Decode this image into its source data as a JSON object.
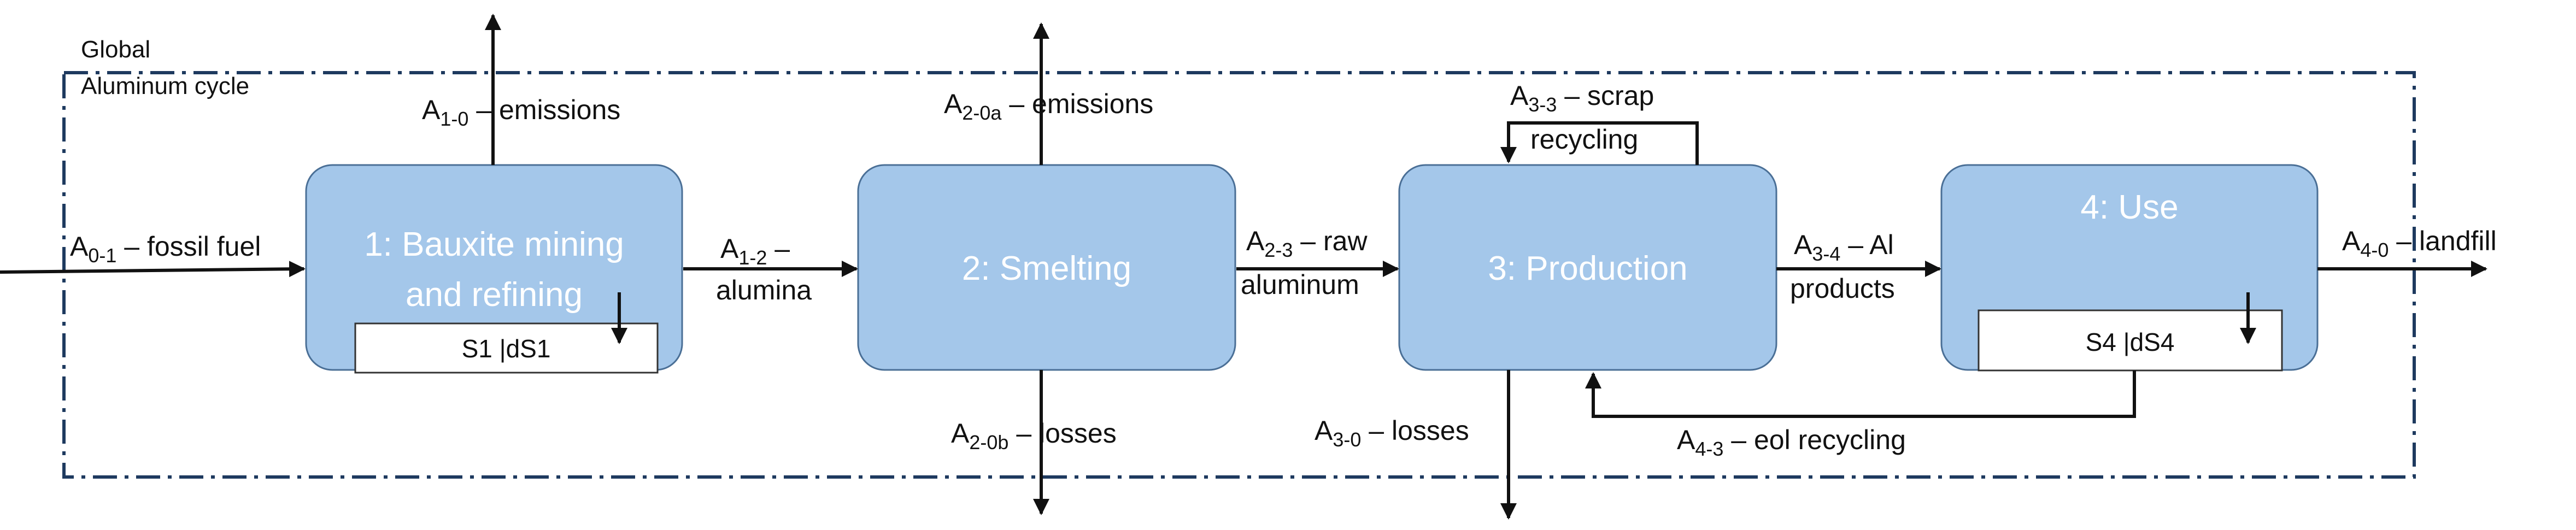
{
  "system_boundary": {
    "label_line1": "Global",
    "label_line2": "Aluminum cycle"
  },
  "processes": [
    {
      "id": "1",
      "title_line1": "1: Bauxite mining",
      "title_line2": "and refining",
      "stock": "S1 |dS1"
    },
    {
      "id": "2",
      "title": "2: Smelting"
    },
    {
      "id": "3",
      "title": "3: Production"
    },
    {
      "id": "4",
      "title": "4: Use",
      "stock": "S4 |dS4"
    }
  ],
  "flows": {
    "a01": {
      "base": "A",
      "sub": "0-1",
      "text": " – fossil fuel"
    },
    "a10": {
      "base": "A",
      "sub": "1-0",
      "text": " – emissions"
    },
    "a12": {
      "base": "A",
      "sub": "1-2",
      "text": " –",
      "line2": "alumina"
    },
    "a20a": {
      "base": "A",
      "sub": "2-0a",
      "text": " – emissions"
    },
    "a20b": {
      "base": "A",
      "sub": "2-0b",
      "text": " – losses"
    },
    "a23": {
      "base": "A",
      "sub": "2-3",
      "text": " – raw",
      "line2": "aluminum"
    },
    "a33": {
      "base": "A",
      "sub": "3-3",
      "text": " – scrap",
      "line2": "recycling"
    },
    "a30": {
      "base": "A",
      "sub": "3-0",
      "text": " – losses"
    },
    "a34": {
      "base": "A",
      "sub": "3-4",
      "text": " – Al",
      "line2": "products"
    },
    "a40": {
      "base": "A",
      "sub": "4-0",
      "text": " – landfill"
    },
    "a43": {
      "base": "A",
      "sub": "4-3",
      "text": " – eol recycling"
    }
  },
  "colors": {
    "box_fill": "#a4c7ea",
    "box_stroke": "#4a6f96",
    "boundary": "#1e3a5f",
    "arrow": "#111111",
    "stock_fill": "#ffffff"
  }
}
